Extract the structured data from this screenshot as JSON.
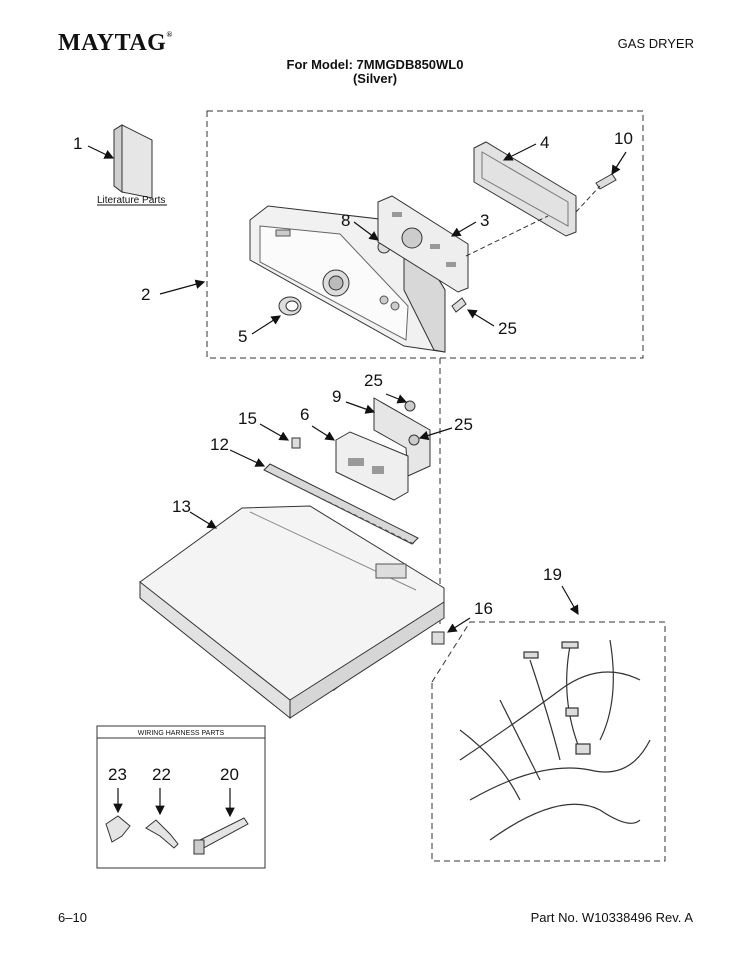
{
  "header": {
    "brand": "MAYTAG",
    "brand_mark": "®",
    "product": "GAS DRYER",
    "model_line": "For Model: 7MMGDB850WL0",
    "color_line": "(Silver)"
  },
  "callouts": {
    "c1": "1",
    "c2": "2",
    "c3": "3",
    "c4": "4",
    "c5": "5",
    "c6": "6",
    "c8": "8",
    "c9": "9",
    "c10": "10",
    "c12": "12",
    "c13": "13",
    "c15": "15",
    "c16": "16",
    "c19": "19",
    "c20": "20",
    "c22": "22",
    "c23": "23",
    "c25a": "25",
    "c25b": "25",
    "c25c": "25"
  },
  "labels": {
    "literature": "Literature Parts",
    "wiring_box": "WIRING HARNESS PARTS"
  },
  "footer": {
    "page": "6–10",
    "part_no": "Part No. W10338496 Rev. A"
  }
}
